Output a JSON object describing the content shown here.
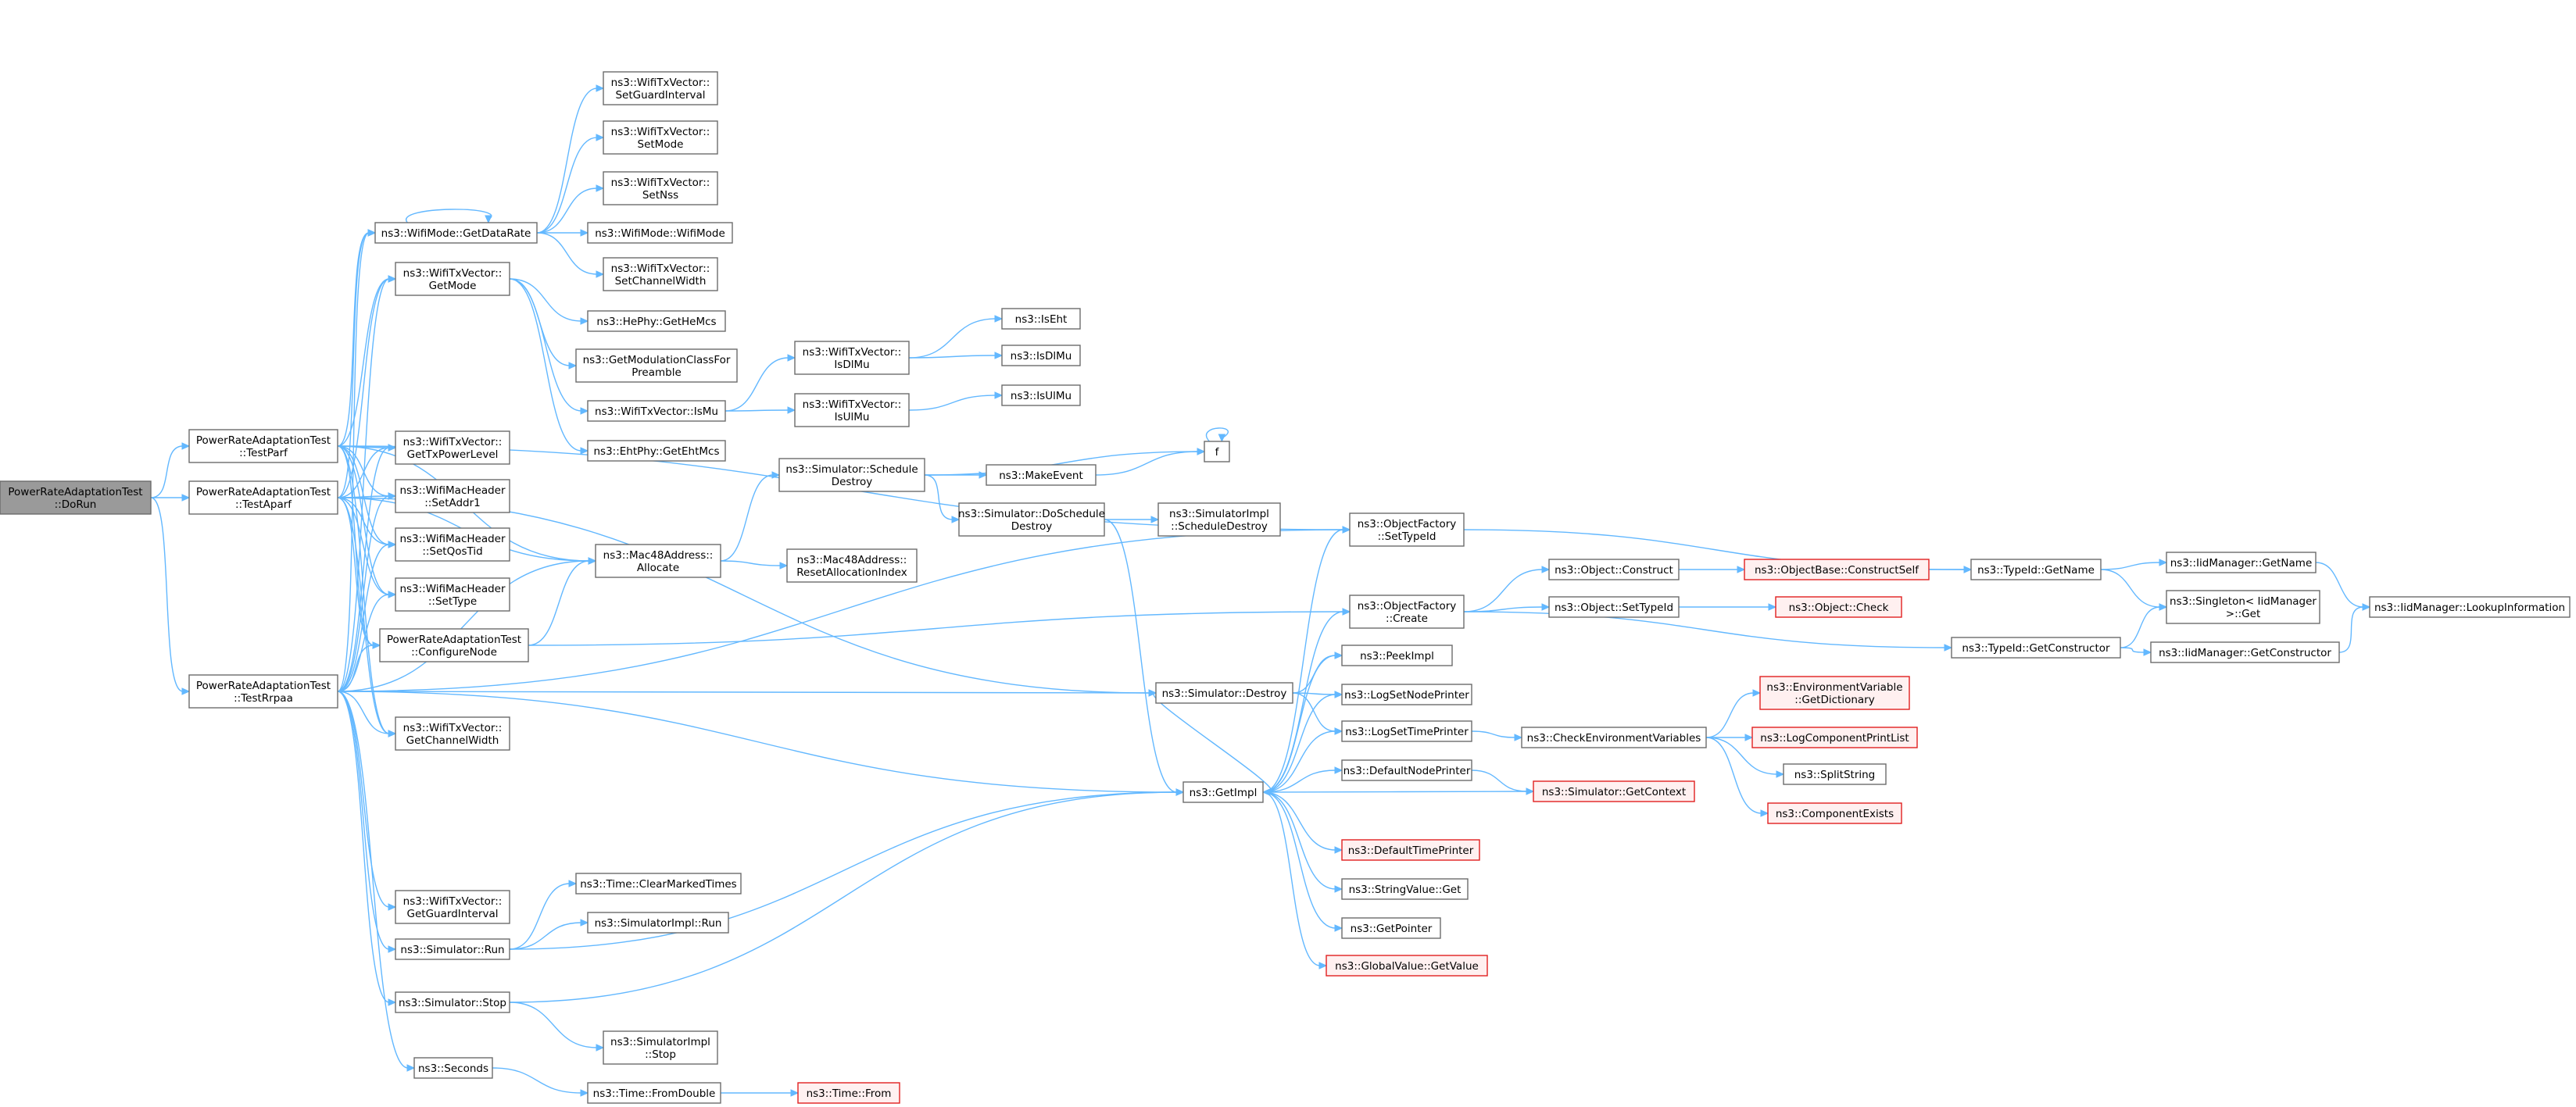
{
  "colors": {
    "edge": "#63b8ff",
    "node_border": "#6b6b6b",
    "root_fill": "#9a9a9a",
    "red_border": "#e02020",
    "red_fill": "#fff0f0"
  },
  "nodes": [
    {
      "id": "dorun",
      "lines": [
        "PowerRateAdaptationTest",
        "::DoRun"
      ],
      "style": "root"
    },
    {
      "id": "testparf",
      "lines": [
        "PowerRateAdaptationTest",
        "::TestParf"
      ]
    },
    {
      "id": "testaparf",
      "lines": [
        "PowerRateAdaptationTest",
        "::TestAparf"
      ]
    },
    {
      "id": "testrrpaa",
      "lines": [
        "PowerRateAdaptationTest",
        "::TestRrpaa"
      ]
    },
    {
      "id": "getdatarate",
      "lines": [
        "ns3::WifiMode::GetDataRate"
      ]
    },
    {
      "id": "getmode",
      "lines": [
        "ns3::WifiTxVector::",
        "GetMode"
      ]
    },
    {
      "id": "gettxpowerlevel",
      "lines": [
        "ns3::WifiTxVector::",
        "GetTxPowerLevel"
      ]
    },
    {
      "id": "setaddr1",
      "lines": [
        "ns3::WifiMacHeader",
        "::SetAddr1"
      ]
    },
    {
      "id": "setqostid",
      "lines": [
        "ns3::WifiMacHeader",
        "::SetQosTid"
      ]
    },
    {
      "id": "settype",
      "lines": [
        "ns3::WifiMacHeader",
        "::SetType"
      ]
    },
    {
      "id": "configurenode",
      "lines": [
        "PowerRateAdaptationTest",
        "::ConfigureNode"
      ]
    },
    {
      "id": "getchannelwidth",
      "lines": [
        "ns3::WifiTxVector::",
        "GetChannelWidth"
      ]
    },
    {
      "id": "getguardinterval",
      "lines": [
        "ns3::WifiTxVector::",
        "GetGuardInterval"
      ]
    },
    {
      "id": "simrun",
      "lines": [
        "ns3::Simulator::Run"
      ]
    },
    {
      "id": "simstop",
      "lines": [
        "ns3::Simulator::Stop"
      ]
    },
    {
      "id": "seconds",
      "lines": [
        "ns3::Seconds"
      ]
    },
    {
      "id": "setguardinterval",
      "lines": [
        "ns3::WifiTxVector::",
        "SetGuardInterval"
      ]
    },
    {
      "id": "setmode",
      "lines": [
        "ns3::WifiTxVector::",
        "SetMode"
      ]
    },
    {
      "id": "setnss",
      "lines": [
        "ns3::WifiTxVector::",
        "SetNss"
      ]
    },
    {
      "id": "wifimode",
      "lines": [
        "ns3::WifiMode::WifiMode"
      ]
    },
    {
      "id": "setchannelwidth",
      "lines": [
        "ns3::WifiTxVector::",
        "SetChannelWidth"
      ]
    },
    {
      "id": "gethemcs",
      "lines": [
        "ns3::HePhy::GetHeMcs"
      ]
    },
    {
      "id": "getmodclass",
      "lines": [
        "ns3::GetModulationClassFor",
        "Preamble"
      ]
    },
    {
      "id": "ismu",
      "lines": [
        "ns3::WifiTxVector::IsMu"
      ]
    },
    {
      "id": "getehtmcs",
      "lines": [
        "ns3::EhtPhy::GetEhtMcs"
      ]
    },
    {
      "id": "mac48alloc",
      "lines": [
        "ns3::Mac48Address::",
        "Allocate"
      ]
    },
    {
      "id": "clearmarked",
      "lines": [
        "ns3::Time::ClearMarkedTimes"
      ]
    },
    {
      "id": "simimplrun",
      "lines": [
        "ns3::SimulatorImpl::Run"
      ]
    },
    {
      "id": "simimplstop",
      "lines": [
        "ns3::SimulatorImpl",
        "::Stop"
      ]
    },
    {
      "id": "fromdouble",
      "lines": [
        "ns3::Time::FromDouble"
      ]
    },
    {
      "id": "isdlmu",
      "lines": [
        "ns3::WifiTxVector::",
        "IsDlMu"
      ]
    },
    {
      "id": "isulmu",
      "lines": [
        "ns3::WifiTxVector::",
        "IsUlMu"
      ]
    },
    {
      "id": "schedDestroy",
      "lines": [
        "ns3::Simulator::Schedule",
        "Destroy"
      ]
    },
    {
      "id": "resetalloc",
      "lines": [
        "ns3::Mac48Address::",
        "ResetAllocationIndex"
      ]
    },
    {
      "id": "timefrom",
      "lines": [
        "ns3::Time::From"
      ],
      "style": "red"
    },
    {
      "id": "iseht",
      "lines": [
        "ns3::IsEht"
      ]
    },
    {
      "id": "isdlmu2",
      "lines": [
        "ns3::IsDlMu"
      ]
    },
    {
      "id": "isulmu2",
      "lines": [
        "ns3::IsUlMu"
      ]
    },
    {
      "id": "makeevent",
      "lines": [
        "ns3::MakeEvent"
      ]
    },
    {
      "id": "doschedDestroy",
      "lines": [
        "ns3::Simulator::DoSchedule",
        "Destroy"
      ]
    },
    {
      "id": "f",
      "lines": [
        "f"
      ]
    },
    {
      "id": "simimplschedDestroy",
      "lines": [
        "ns3::SimulatorImpl",
        "::ScheduleDestroy"
      ]
    },
    {
      "id": "simdestroy",
      "lines": [
        "ns3::Simulator::Destroy"
      ]
    },
    {
      "id": "getimpl",
      "lines": [
        "ns3::GetImpl"
      ]
    },
    {
      "id": "ofsettypeid",
      "lines": [
        "ns3::ObjectFactory",
        "::SetTypeId"
      ]
    },
    {
      "id": "ofcreate",
      "lines": [
        "ns3::ObjectFactory",
        "::Create"
      ]
    },
    {
      "id": "peekimpl",
      "lines": [
        "ns3::PeekImpl"
      ]
    },
    {
      "id": "logsetnode",
      "lines": [
        "ns3::LogSetNodePrinter"
      ]
    },
    {
      "id": "logsettime",
      "lines": [
        "ns3::LogSetTimePrinter"
      ]
    },
    {
      "id": "defnodeprinter",
      "lines": [
        "ns3::DefaultNodePrinter"
      ]
    },
    {
      "id": "deftimeprinter",
      "lines": [
        "ns3::DefaultTimePrinter"
      ],
      "style": "red"
    },
    {
      "id": "stringvalueget",
      "lines": [
        "ns3::StringValue::Get"
      ]
    },
    {
      "id": "getpointer",
      "lines": [
        "ns3::GetPointer"
      ]
    },
    {
      "id": "globalvalueget",
      "lines": [
        "ns3::GlobalValue::GetValue"
      ],
      "style": "red"
    },
    {
      "id": "objconstruct",
      "lines": [
        "ns3::Object::Construct"
      ]
    },
    {
      "id": "objsettypeid",
      "lines": [
        "ns3::Object::SetTypeId"
      ]
    },
    {
      "id": "checkenv",
      "lines": [
        "ns3::CheckEnvironmentVariables"
      ]
    },
    {
      "id": "simgetcontext",
      "lines": [
        "ns3::Simulator::GetContext"
      ],
      "style": "red"
    },
    {
      "id": "objbaseconstruct",
      "lines": [
        "ns3::ObjectBase::ConstructSelf"
      ],
      "style": "red"
    },
    {
      "id": "objcheck",
      "lines": [
        "ns3::Object::Check"
      ],
      "style": "red"
    },
    {
      "id": "envgetdict",
      "lines": [
        "ns3::EnvironmentVariable",
        "::GetDictionary"
      ],
      "style": "red"
    },
    {
      "id": "logcompprint",
      "lines": [
        "ns3::LogComponentPrintList"
      ],
      "style": "red"
    },
    {
      "id": "splitstring",
      "lines": [
        "ns3::SplitString"
      ]
    },
    {
      "id": "compexists",
      "lines": [
        "ns3::ComponentExists"
      ],
      "style": "red"
    },
    {
      "id": "typeidgetname",
      "lines": [
        "ns3::TypeId::GetName"
      ]
    },
    {
      "id": "typeidgetctor",
      "lines": [
        "ns3::TypeId::GetConstructor"
      ]
    },
    {
      "id": "iidgetname",
      "lines": [
        "ns3::IidManager::GetName"
      ]
    },
    {
      "id": "singleton",
      "lines": [
        "ns3::Singleton< IidManager",
        "  >::Get"
      ]
    },
    {
      "id": "iidgetctor",
      "lines": [
        "ns3::IidManager::GetConstructor"
      ]
    },
    {
      "id": "iidlookup",
      "lines": [
        "ns3::IidManager::LookupInformation"
      ]
    }
  ],
  "edges": [
    [
      "dorun",
      "testparf"
    ],
    [
      "dorun",
      "testaparf"
    ],
    [
      "dorun",
      "testrrpaa"
    ],
    [
      "testparf",
      "getdatarate"
    ],
    [
      "testparf",
      "getmode"
    ],
    [
      "testparf",
      "gettxpowerlevel"
    ],
    [
      "testparf",
      "setaddr1"
    ],
    [
      "testparf",
      "setqostid"
    ],
    [
      "testparf",
      "settype"
    ],
    [
      "testparf",
      "configurenode"
    ],
    [
      "testparf",
      "getchannelwidth"
    ],
    [
      "testparf",
      "mac48alloc"
    ],
    [
      "testparf",
      "ofsettypeid"
    ],
    [
      "testaparf",
      "getdatarate"
    ],
    [
      "testaparf",
      "getmode"
    ],
    [
      "testaparf",
      "gettxpowerlevel"
    ],
    [
      "testaparf",
      "setaddr1"
    ],
    [
      "testaparf",
      "setqostid"
    ],
    [
      "testaparf",
      "settype"
    ],
    [
      "testaparf",
      "configurenode"
    ],
    [
      "testaparf",
      "getchannelwidth"
    ],
    [
      "testaparf",
      "mac48alloc"
    ],
    [
      "testaparf",
      "simdestroy"
    ],
    [
      "testrrpaa",
      "getdatarate"
    ],
    [
      "testrrpaa",
      "getmode"
    ],
    [
      "testrrpaa",
      "gettxpowerlevel"
    ],
    [
      "testrrpaa",
      "setaddr1"
    ],
    [
      "testrrpaa",
      "setqostid"
    ],
    [
      "testrrpaa",
      "settype"
    ],
    [
      "testrrpaa",
      "configurenode"
    ],
    [
      "testrrpaa",
      "getchannelwidth"
    ],
    [
      "testrrpaa",
      "getguardinterval"
    ],
    [
      "testrrpaa",
      "simrun"
    ],
    [
      "testrrpaa",
      "simstop"
    ],
    [
      "testrrpaa",
      "seconds"
    ],
    [
      "testrrpaa",
      "mac48alloc"
    ],
    [
      "testrrpaa",
      "simdestroy"
    ],
    [
      "testrrpaa",
      "ofsettypeid"
    ],
    [
      "testrrpaa",
      "getimpl"
    ],
    [
      "getdatarate",
      "setguardinterval"
    ],
    [
      "getdatarate",
      "setmode"
    ],
    [
      "getdatarate",
      "setnss"
    ],
    [
      "getdatarate",
      "wifimode"
    ],
    [
      "getdatarate",
      "setchannelwidth"
    ],
    [
      "getdatarate",
      "getdatarate"
    ],
    [
      "getmode",
      "gethemcs"
    ],
    [
      "getmode",
      "getmodclass"
    ],
    [
      "getmode",
      "ismu"
    ],
    [
      "getmode",
      "getehtmcs"
    ],
    [
      "configurenode",
      "mac48alloc"
    ],
    [
      "configurenode",
      "ofcreate"
    ],
    [
      "mac48alloc",
      "schedDestroy"
    ],
    [
      "mac48alloc",
      "resetalloc"
    ],
    [
      "simrun",
      "clearmarked"
    ],
    [
      "simrun",
      "simimplrun"
    ],
    [
      "simrun",
      "getimpl"
    ],
    [
      "simstop",
      "simimplstop"
    ],
    [
      "simstop",
      "getimpl"
    ],
    [
      "seconds",
      "fromdouble"
    ],
    [
      "fromdouble",
      "timefrom"
    ],
    [
      "ismu",
      "isdlmu"
    ],
    [
      "ismu",
      "isulmu"
    ],
    [
      "isdlmu",
      "iseht"
    ],
    [
      "isdlmu",
      "isdlmu2"
    ],
    [
      "isulmu",
      "isulmu2"
    ],
    [
      "schedDestroy",
      "makeevent"
    ],
    [
      "schedDestroy",
      "doschedDestroy"
    ],
    [
      "schedDestroy",
      "f"
    ],
    [
      "makeevent",
      "f"
    ],
    [
      "f",
      "f"
    ],
    [
      "doschedDestroy",
      "simimplschedDestroy"
    ],
    [
      "doschedDestroy",
      "getimpl"
    ],
    [
      "simdestroy",
      "getimpl"
    ],
    [
      "simdestroy",
      "peekimpl"
    ],
    [
      "simdestroy",
      "logsetnode"
    ],
    [
      "simdestroy",
      "logsettime"
    ],
    [
      "getimpl",
      "ofsettypeid"
    ],
    [
      "getimpl",
      "ofcreate"
    ],
    [
      "getimpl",
      "peekimpl"
    ],
    [
      "getimpl",
      "logsetnode"
    ],
    [
      "getimpl",
      "logsettime"
    ],
    [
      "getimpl",
      "defnodeprinter"
    ],
    [
      "getimpl",
      "deftimeprinter"
    ],
    [
      "getimpl",
      "stringvalueget"
    ],
    [
      "getimpl",
      "getpointer"
    ],
    [
      "getimpl",
      "globalvalueget"
    ],
    [
      "ofsettypeid",
      "typeidgetname"
    ],
    [
      "ofcreate",
      "objconstruct"
    ],
    [
      "ofcreate",
      "objsettypeid"
    ],
    [
      "ofcreate",
      "typeidgetctor"
    ],
    [
      "objconstruct",
      "objbaseconstruct"
    ],
    [
      "objsettypeid",
      "objcheck"
    ],
    [
      "objbaseconstruct",
      "typeidgetname"
    ],
    [
      "logsettime",
      "checkenv"
    ],
    [
      "checkenv",
      "envgetdict"
    ],
    [
      "checkenv",
      "logcompprint"
    ],
    [
      "checkenv",
      "splitstring"
    ],
    [
      "checkenv",
      "compexists"
    ],
    [
      "defnodeprinter",
      "simgetcontext"
    ],
    [
      "simgetcontext",
      "getimpl"
    ],
    [
      "typeidgetname",
      "iidgetname"
    ],
    [
      "typeidgetname",
      "singleton"
    ],
    [
      "typeidgetctor",
      "singleton"
    ],
    [
      "typeidgetctor",
      "iidgetctor"
    ],
    [
      "iidgetname",
      "iidlookup"
    ],
    [
      "iidgetctor",
      "iidlookup"
    ]
  ]
}
